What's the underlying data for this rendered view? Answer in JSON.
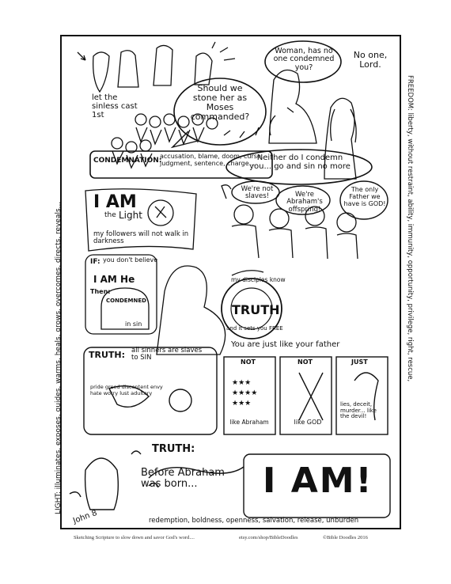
{
  "panel1": {
    "let_sinless": "let the sinless cast 1st",
    "should_we": "Should we stone her as Moses commanded?",
    "woman_has": "Woman, has no one condemned you?",
    "no_one": "No one, Lord.",
    "neither": "Neither do I condemn you... go and sin no more",
    "condemnation_label": "CONDEMNATION:",
    "condemnation_terms": "accusation, blame, doom, curse, judgment, sentence, charge..."
  },
  "panel2": {
    "iam": "I AM",
    "the": "the",
    "light": "Light",
    "followers": "my followers will not walk in darkness",
    "were_not_slaves": "We're not slaves!",
    "abrahams": "We're Abraham's offspring!",
    "only_father": "The only Father we have is GOD!"
  },
  "panel3": {
    "if_label": "IF:",
    "if_text": "you don't believe",
    "iam_he": "I AM He",
    "then_label": "Then:",
    "condemned": "CONDEMNED",
    "in_sin": "in sin",
    "disciples": "my disciples know",
    "truth": "TRUTH",
    "sets_free": "and it sets you FREE"
  },
  "panel4": {
    "truth_label": "TRUTH:",
    "all_sinners": "all sinners are slaves to SIN",
    "chain_words": [
      "pride",
      "greed",
      "discontent",
      "envy",
      "hate",
      "worry",
      "lust",
      "adultery"
    ],
    "just_like": "You are just like your father",
    "not1": "NOT",
    "abraham": "like Abraham",
    "not2": "NOT",
    "god": "like GOD",
    "just": "JUST",
    "devil": "lies, deceit, murder... like the devil!"
  },
  "panel5": {
    "truth": "TRUTH:",
    "before": "Before Abraham was born...",
    "iam": "I AM!"
  },
  "side": {
    "right": "FREEDOM: liberty, without restraint, ability, immunity, opportunity, privilege, right, rescue,",
    "bottom": "redemption, boldness, openness, salvation, release, unburden",
    "left": "LIGHT: illuminates, exposes, guides, warms, heals, grows, overcomes, directs, reveals...",
    "reference": "John 8"
  },
  "footer": {
    "left": "Sketching Scripture to slow down and savor God's word....",
    "center": "etsy.com/shop/BibleDoodles",
    "right": "©Bible Doodles 2016"
  }
}
